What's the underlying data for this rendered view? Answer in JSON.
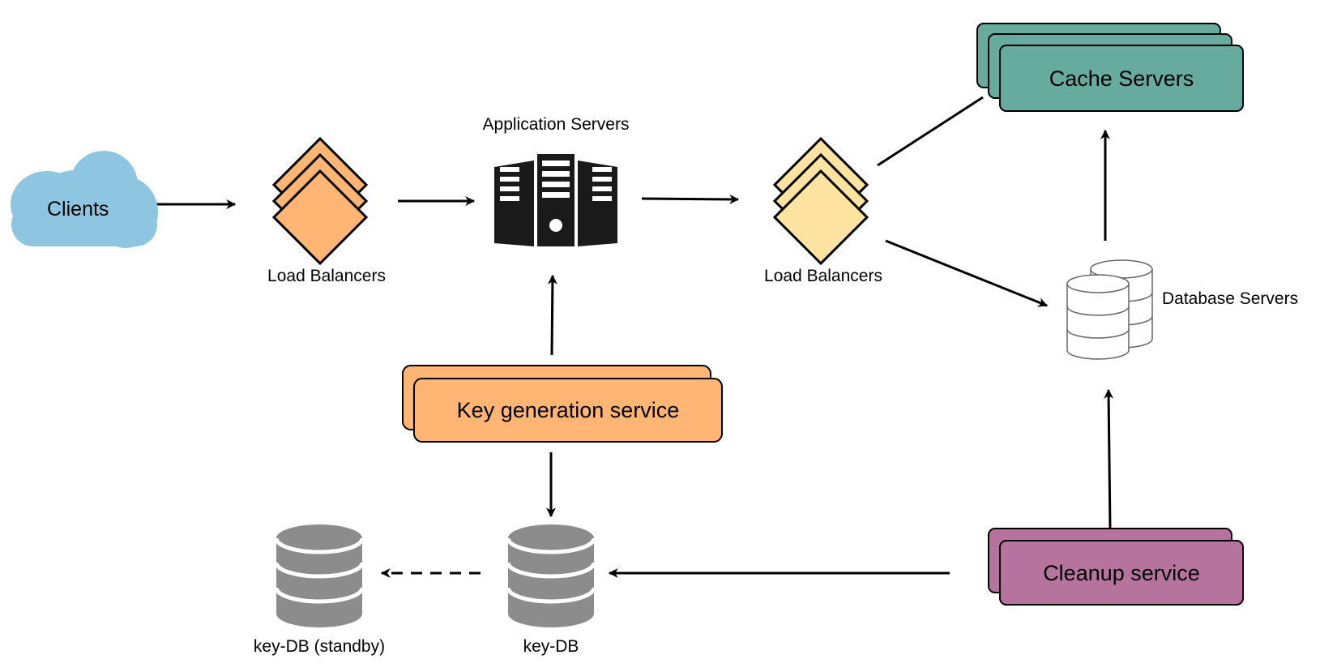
{
  "nodes": {
    "clients": {
      "label": "Clients",
      "color": "#8ec5e0"
    },
    "lb1": {
      "label": "Load Balancers",
      "color": "#ffb573"
    },
    "app_servers": {
      "label": "Application Servers",
      "color": "#1a1a1a"
    },
    "lb2": {
      "label": "Load Balancers",
      "color": "#ffe3a0"
    },
    "cache_servers": {
      "label": "Cache Servers",
      "color": "#67ab9f"
    },
    "db_servers": {
      "label": "Database Servers",
      "color": "#ffffff"
    },
    "key_gen": {
      "label": "Key generation service",
      "color": "#ffb573"
    },
    "key_db": {
      "label": "key-DB",
      "color": "#8c8c8c"
    },
    "key_db_standby": {
      "label": "key-DB (standby)",
      "color": "#8c8c8c"
    },
    "cleanup": {
      "label": "Cleanup service",
      "color": "#b5739d"
    }
  },
  "edges": [
    {
      "from": "clients",
      "to": "lb1",
      "style": "solid"
    },
    {
      "from": "lb1",
      "to": "app_servers",
      "style": "solid"
    },
    {
      "from": "app_servers",
      "to": "lb2",
      "style": "solid"
    },
    {
      "from": "lb2",
      "to": "cache_servers",
      "style": "line"
    },
    {
      "from": "lb2",
      "to": "db_servers",
      "style": "solid"
    },
    {
      "from": "db_servers",
      "to": "cache_servers",
      "style": "solid"
    },
    {
      "from": "key_gen",
      "to": "app_servers",
      "style": "solid"
    },
    {
      "from": "key_gen",
      "to": "key_db",
      "style": "solid"
    },
    {
      "from": "key_db",
      "to": "key_db_standby",
      "style": "dashed"
    },
    {
      "from": "cleanup",
      "to": "key_db",
      "style": "solid"
    },
    {
      "from": "cleanup",
      "to": "db_servers",
      "style": "solid"
    }
  ]
}
